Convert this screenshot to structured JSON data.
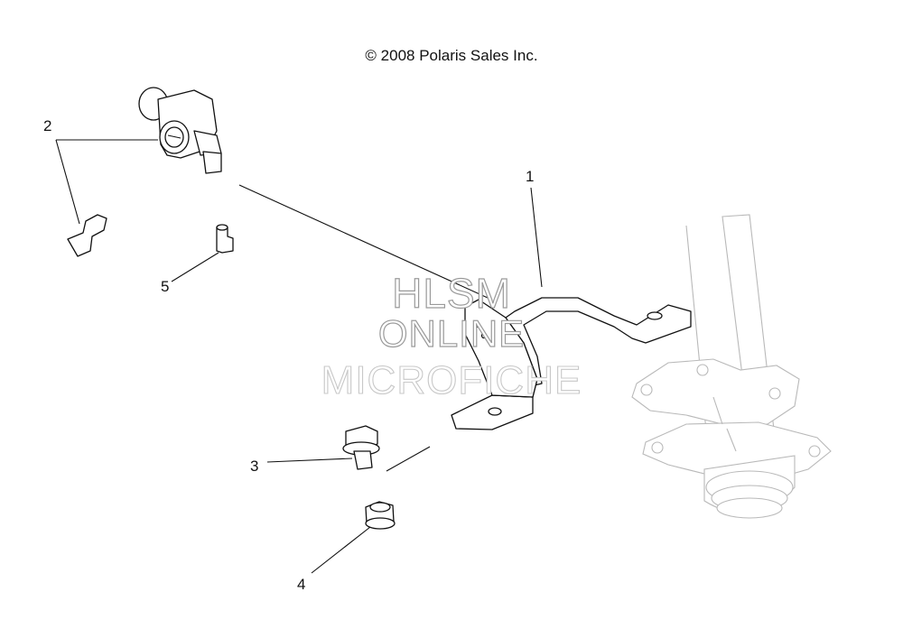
{
  "copyright": "© 2008 Polaris Sales Inc.",
  "callouts": {
    "c1": "1",
    "c2": "2",
    "c3": "3",
    "c4": "4",
    "c5": "5"
  },
  "watermark": {
    "line1": "HLSM",
    "line2": "ONLINE",
    "line3": "MICROFICHE"
  }
}
